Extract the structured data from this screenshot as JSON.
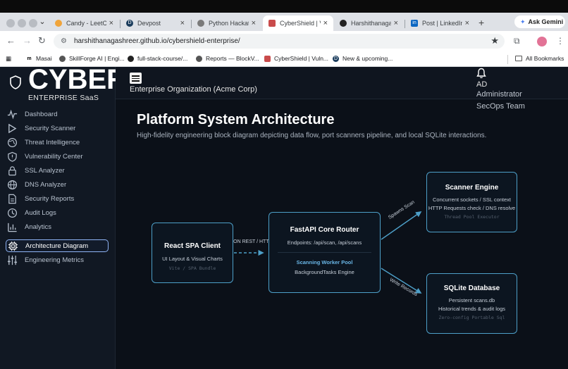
{
  "browser": {
    "tabs": [
      {
        "label": "Candy - LeetCo",
        "close": "×"
      },
      {
        "label": "Devpost",
        "close": "×"
      },
      {
        "label": "Python Hackath",
        "close": "×"
      },
      {
        "label": "CyberShield | V",
        "close": "×"
      },
      {
        "label": "Harshithanagas",
        "close": "×"
      },
      {
        "label": "Post | LinkedIn",
        "close": "×"
      }
    ],
    "new_tab": "+",
    "ask_gemini": "Ask Gemini",
    "url": "harshithanagashreer.github.io/cybershield-enterprise/",
    "bookmarks": [
      {
        "label": "Masai"
      },
      {
        "label": "SkillForge AI | Engi..."
      },
      {
        "label": "full-stack-course/..."
      },
      {
        "label": "Reports — BlockV..."
      },
      {
        "label": "CyberShield | Vuln..."
      },
      {
        "label": "New & upcoming..."
      }
    ],
    "all_bookmarks": "All Bookmarks"
  },
  "brand": {
    "word": "CYBER",
    "sub": "ENTERPRISE SaaS"
  },
  "nav": [
    {
      "label": "Dashboard",
      "icon": "activity-icon"
    },
    {
      "label": "Security Scanner",
      "icon": "play-icon"
    },
    {
      "label": "Threat Intelligence",
      "icon": "globe-icon"
    },
    {
      "label": "Vulnerability Center",
      "icon": "shield-icon"
    },
    {
      "label": "SSL Analyzer",
      "icon": "lock-icon"
    },
    {
      "label": "DNS Analyzer",
      "icon": "globe-icon"
    },
    {
      "label": "Security Reports",
      "icon": "file-icon"
    },
    {
      "label": "Audit Logs",
      "icon": "clock-icon"
    },
    {
      "label": "Analytics",
      "icon": "bar-chart-icon"
    },
    {
      "label": "Architecture Diagram",
      "icon": "cpu-icon"
    },
    {
      "label": "Engineering Metrics",
      "icon": "sliders-icon"
    }
  ],
  "header": {
    "org": "Enterprise Organization (Acme Corp)",
    "user_initials": "AD",
    "user_name": "Administrator",
    "user_team": "SecOps Team"
  },
  "page": {
    "title": "Platform System Architecture",
    "subtitle": "High-fidelity engineering block diagram depicting data flow, port scanners pipeline, and local SQLite interactions."
  },
  "diagram": {
    "client": {
      "title": "React SPA Client",
      "desc": "UI Layout & Visual Charts",
      "meta": "Vite / SPA Bundle"
    },
    "router": {
      "title": "FastAPI Core Router",
      "desc": "Endpoints: /api/scan, /api/scans",
      "pool": "Scanning Worker Pool",
      "engine": "BackgroundTasks Engine"
    },
    "scanner": {
      "title": "Scanner Engine",
      "desc1": "Concurrent sockets / SSL context",
      "desc2": "HTTP Requests check / DNS resolve",
      "meta": "Thread Pool Executor"
    },
    "db": {
      "title": "SQLite Database",
      "desc1": "Persistent scans.db",
      "desc2": "Historical trends & audit logs",
      "meta": "Zero-config Portable Sql"
    },
    "edges": {
      "client_router": "JSON REST / HTTP",
      "router_scanner": "Spawns Scan",
      "router_db": "Write Records"
    },
    "accent": "#4d9fc8"
  }
}
